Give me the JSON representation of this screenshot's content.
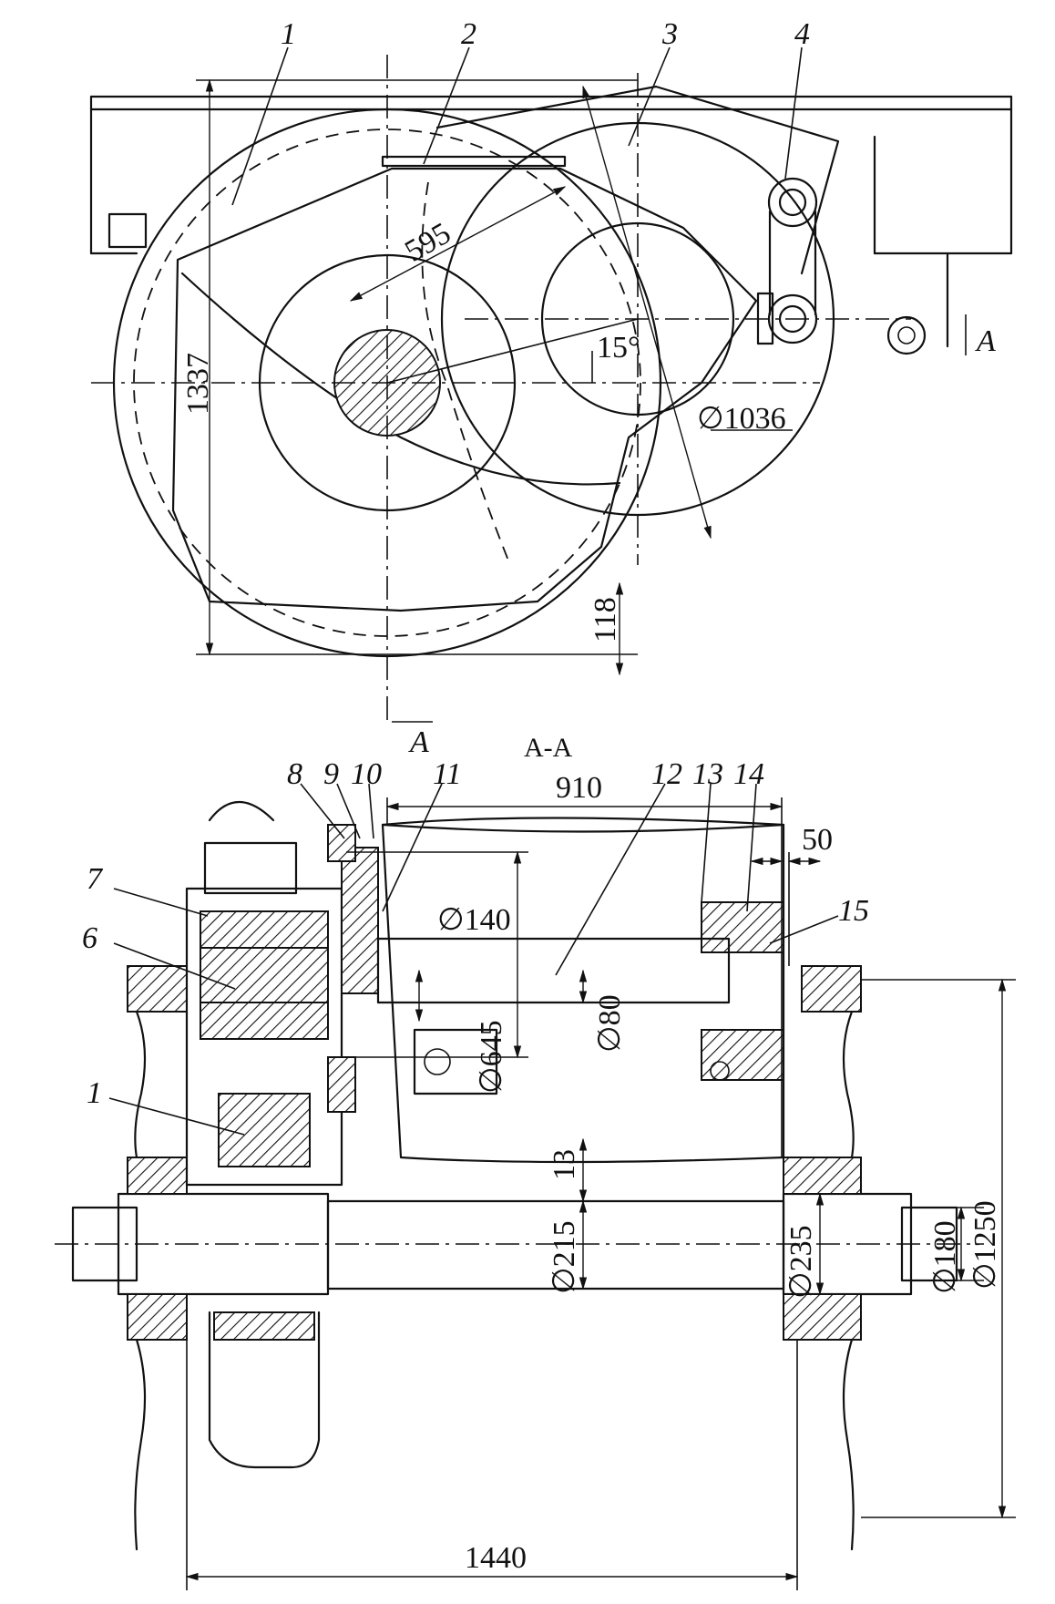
{
  "top_view": {
    "part_numbers": [
      "1",
      "2",
      "3",
      "4"
    ],
    "dimensions": {
      "radius_arm": "595",
      "angle": "15°",
      "height": "1337",
      "gear_diameter": "∅1036",
      "clearance": "118"
    },
    "section_marks": [
      "A",
      "A"
    ]
  },
  "section_view": {
    "title": "A-A",
    "part_numbers": [
      "7",
      "6",
      "1",
      "8",
      "9",
      "10",
      "11",
      "12",
      "13",
      "14",
      "15"
    ],
    "dimensions": {
      "width_910": "910",
      "offset_50": "50",
      "shaft_140": "∅140",
      "shaft_80": "∅80",
      "gear_645": "∅645",
      "gap_13": "13",
      "axle_215": "∅215",
      "axle_235": "∅235",
      "journal_180": "∅180",
      "wheel_1250": "∅1250",
      "gauge_1440": "1440"
    }
  }
}
